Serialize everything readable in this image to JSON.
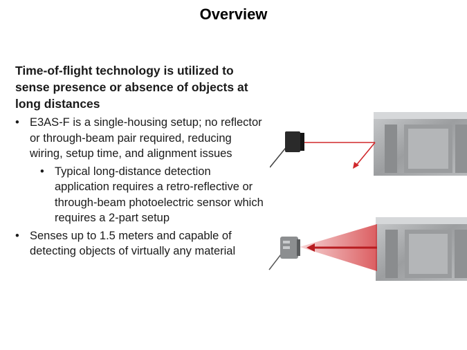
{
  "slide": {
    "title": "Overview",
    "lead": "Time-of-flight technology is utilized to sense presence or absence of objects at long distances",
    "bullets": [
      {
        "level": 1,
        "text": "E3AS-F is a single-housing setup; no reflector or through-beam pair required, reducing wiring, setup time, and alignment issues"
      },
      {
        "level": 2,
        "text": "Typical long-distance detection application requires a retro-reflective or through-beam photoelectric sensor which requires a 2-part setup"
      },
      {
        "level": 1,
        "text": "Senses up to 1.5 meters and capable of detecting objects of virtually any material"
      }
    ],
    "bullet_glyph": "•"
  },
  "colors": {
    "laser_red": "#d0282c",
    "sensor_dark": "#2a2a2a",
    "metal_gray": "#a9abad"
  }
}
